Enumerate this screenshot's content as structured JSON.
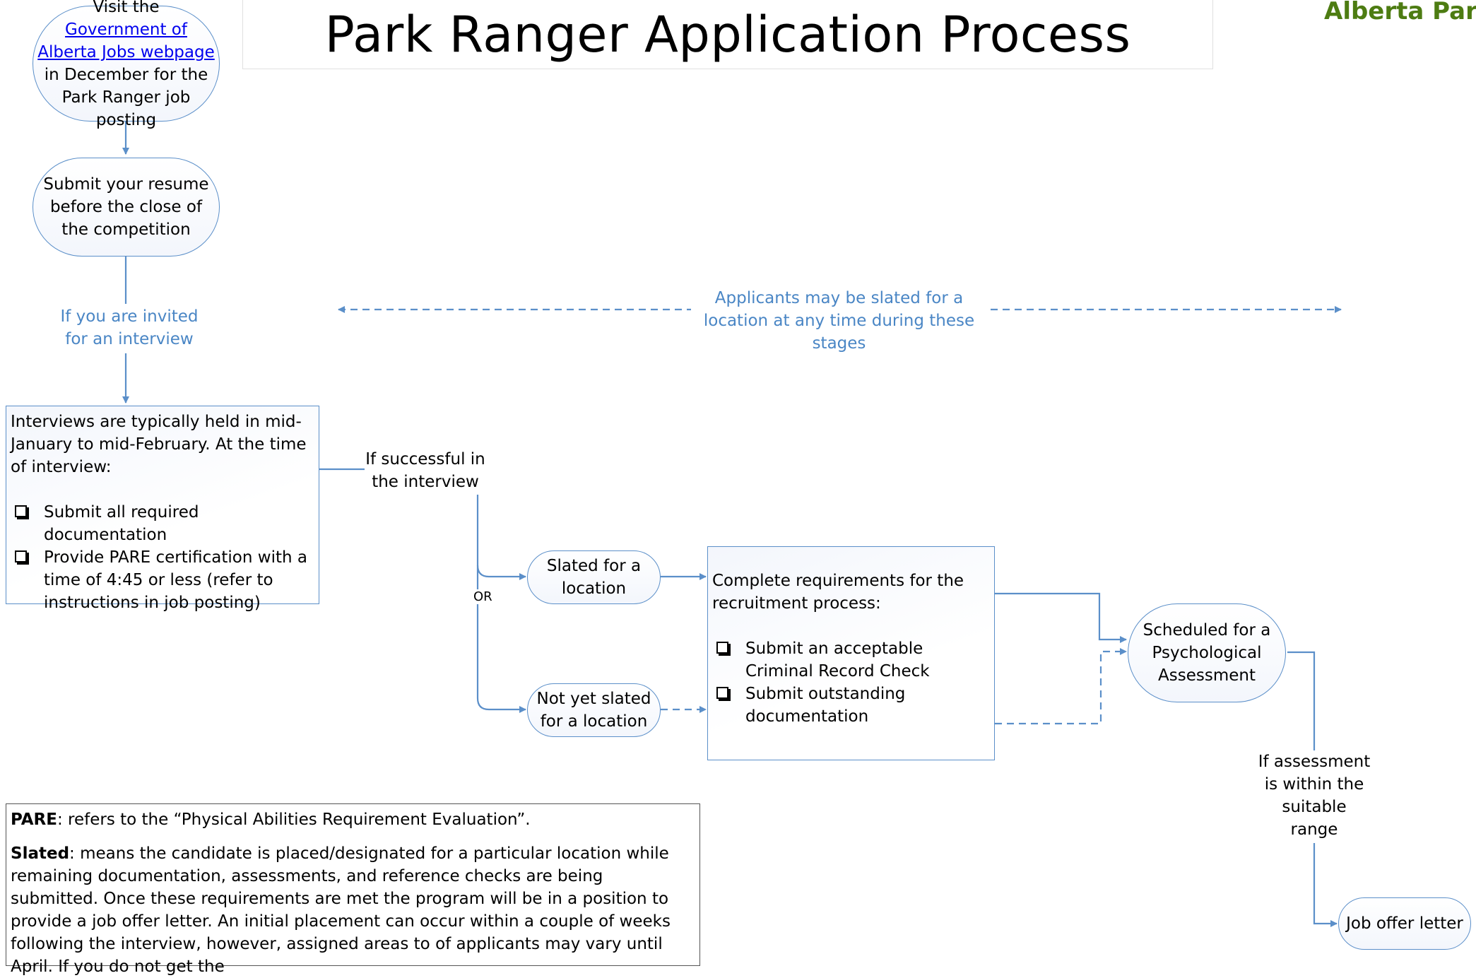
{
  "title": "Park Ranger Application Process",
  "logo_text": "Alberta Parks",
  "colors": {
    "accent": "#5b8fc9",
    "label_blue": "#4a86c5",
    "logo_green": "#4d7c12"
  },
  "step_visit": {
    "prefix": "Visit the",
    "link_text": "Government of Alberta Jobs webpage",
    "suffix": "in December for the Park Ranger job posting"
  },
  "step_submit": "Submit your resume before the close of the competition",
  "label_invited": "If you are invited for an interview",
  "label_slated_range": "Applicants may be slated for a location at any time during these stages",
  "interview_box": {
    "intro": "Interviews are typically held in mid-January to mid-February. At the time of interview:",
    "items": [
      "Submit all required documentation",
      "Provide PARE certification with a time of 4:45 or less (refer to instructions in job posting)"
    ]
  },
  "label_successful": "If successful in the interview",
  "label_or": "OR",
  "step_slated": "Slated for a location",
  "step_not_slated": "Not yet slated for a location",
  "requirements_box": {
    "intro": "Complete requirements for the recruitment process:",
    "items": [
      "Submit an acceptable Criminal Record Check",
      "Submit outstanding documentation"
    ]
  },
  "step_psych": "Scheduled for a Psychological Assessment",
  "label_assessment": "If assessment is within the suitable range",
  "step_offer": "Job offer letter",
  "legend": {
    "pare_term": "PARE",
    "pare_def": ": refers to the “Physical Abilities Requirement Evaluation”.",
    "slated_term": "Slated",
    "slated_def": ": means the candidate is placed/designated for a particular location while remaining documentation, assessments, and reference checks are being submitted. Once these requirements are met the program will be in a position to provide a job offer letter. An initial placement can occur within a couple of weeks following the interview, however, assigned areas to of applicants may vary until April. If you do not get the"
  }
}
